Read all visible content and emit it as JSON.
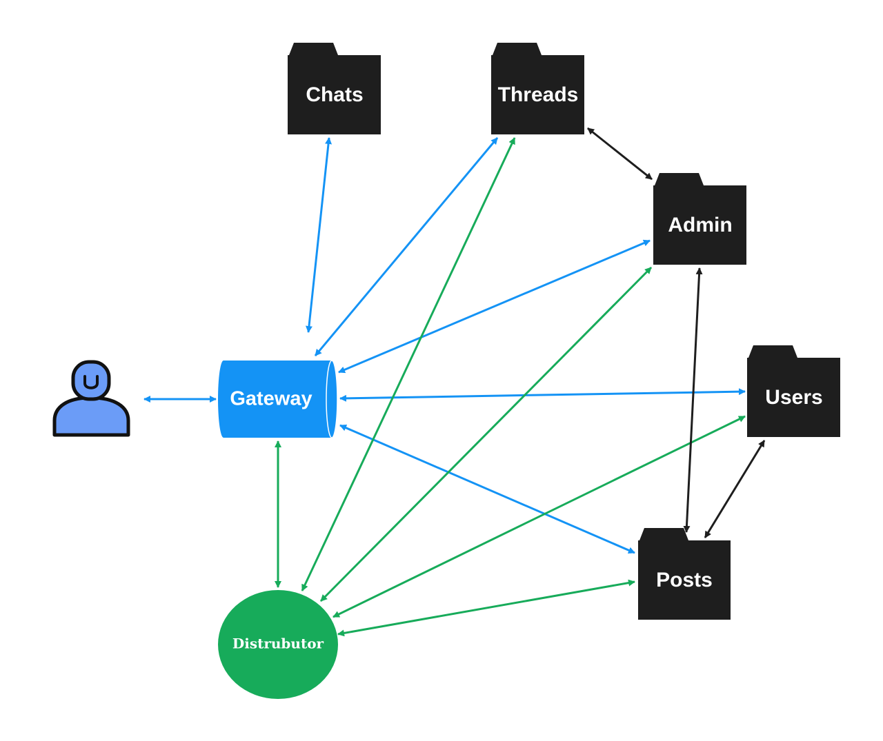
{
  "colors": {
    "blue": "#1493f5",
    "green": "#17ab5a",
    "black": "#1e1e1e",
    "user_fill": "#6b9cf7",
    "user_stroke": "#111111",
    "white": "#ffffff"
  },
  "nodes": {
    "chats": {
      "label": "Chats",
      "icon": "folder-icon"
    },
    "threads": {
      "label": "Threads",
      "icon": "folder-icon"
    },
    "admin": {
      "label": "Admin",
      "icon": "folder-icon"
    },
    "users": {
      "label": "Users",
      "icon": "folder-icon"
    },
    "posts": {
      "label": "Posts",
      "icon": "folder-icon"
    },
    "gateway": {
      "label": "Gateway",
      "shape": "cylinder"
    },
    "distributor": {
      "label": "Distrubutor",
      "shape": "circle"
    },
    "user": {
      "icon": "user-icon"
    }
  },
  "connections": [
    {
      "from": "user",
      "to": "gateway",
      "color": "blue",
      "direction": "both"
    },
    {
      "from": "gateway",
      "to": "chats",
      "color": "blue",
      "direction": "both"
    },
    {
      "from": "gateway",
      "to": "threads",
      "color": "blue",
      "direction": "both"
    },
    {
      "from": "gateway",
      "to": "admin",
      "color": "blue",
      "direction": "both"
    },
    {
      "from": "gateway",
      "to": "users",
      "color": "blue",
      "direction": "both"
    },
    {
      "from": "gateway",
      "to": "posts",
      "color": "blue",
      "direction": "both"
    },
    {
      "from": "gateway",
      "to": "distributor",
      "color": "green",
      "direction": "both"
    },
    {
      "from": "distributor",
      "to": "threads",
      "color": "green",
      "direction": "both"
    },
    {
      "from": "distributor",
      "to": "admin",
      "color": "green",
      "direction": "both"
    },
    {
      "from": "distributor",
      "to": "users",
      "color": "green",
      "direction": "both"
    },
    {
      "from": "distributor",
      "to": "posts",
      "color": "green",
      "direction": "both"
    },
    {
      "from": "threads",
      "to": "admin",
      "color": "black",
      "direction": "both"
    },
    {
      "from": "admin",
      "to": "posts",
      "color": "black",
      "direction": "both"
    },
    {
      "from": "users",
      "to": "posts",
      "color": "black",
      "direction": "both"
    }
  ]
}
